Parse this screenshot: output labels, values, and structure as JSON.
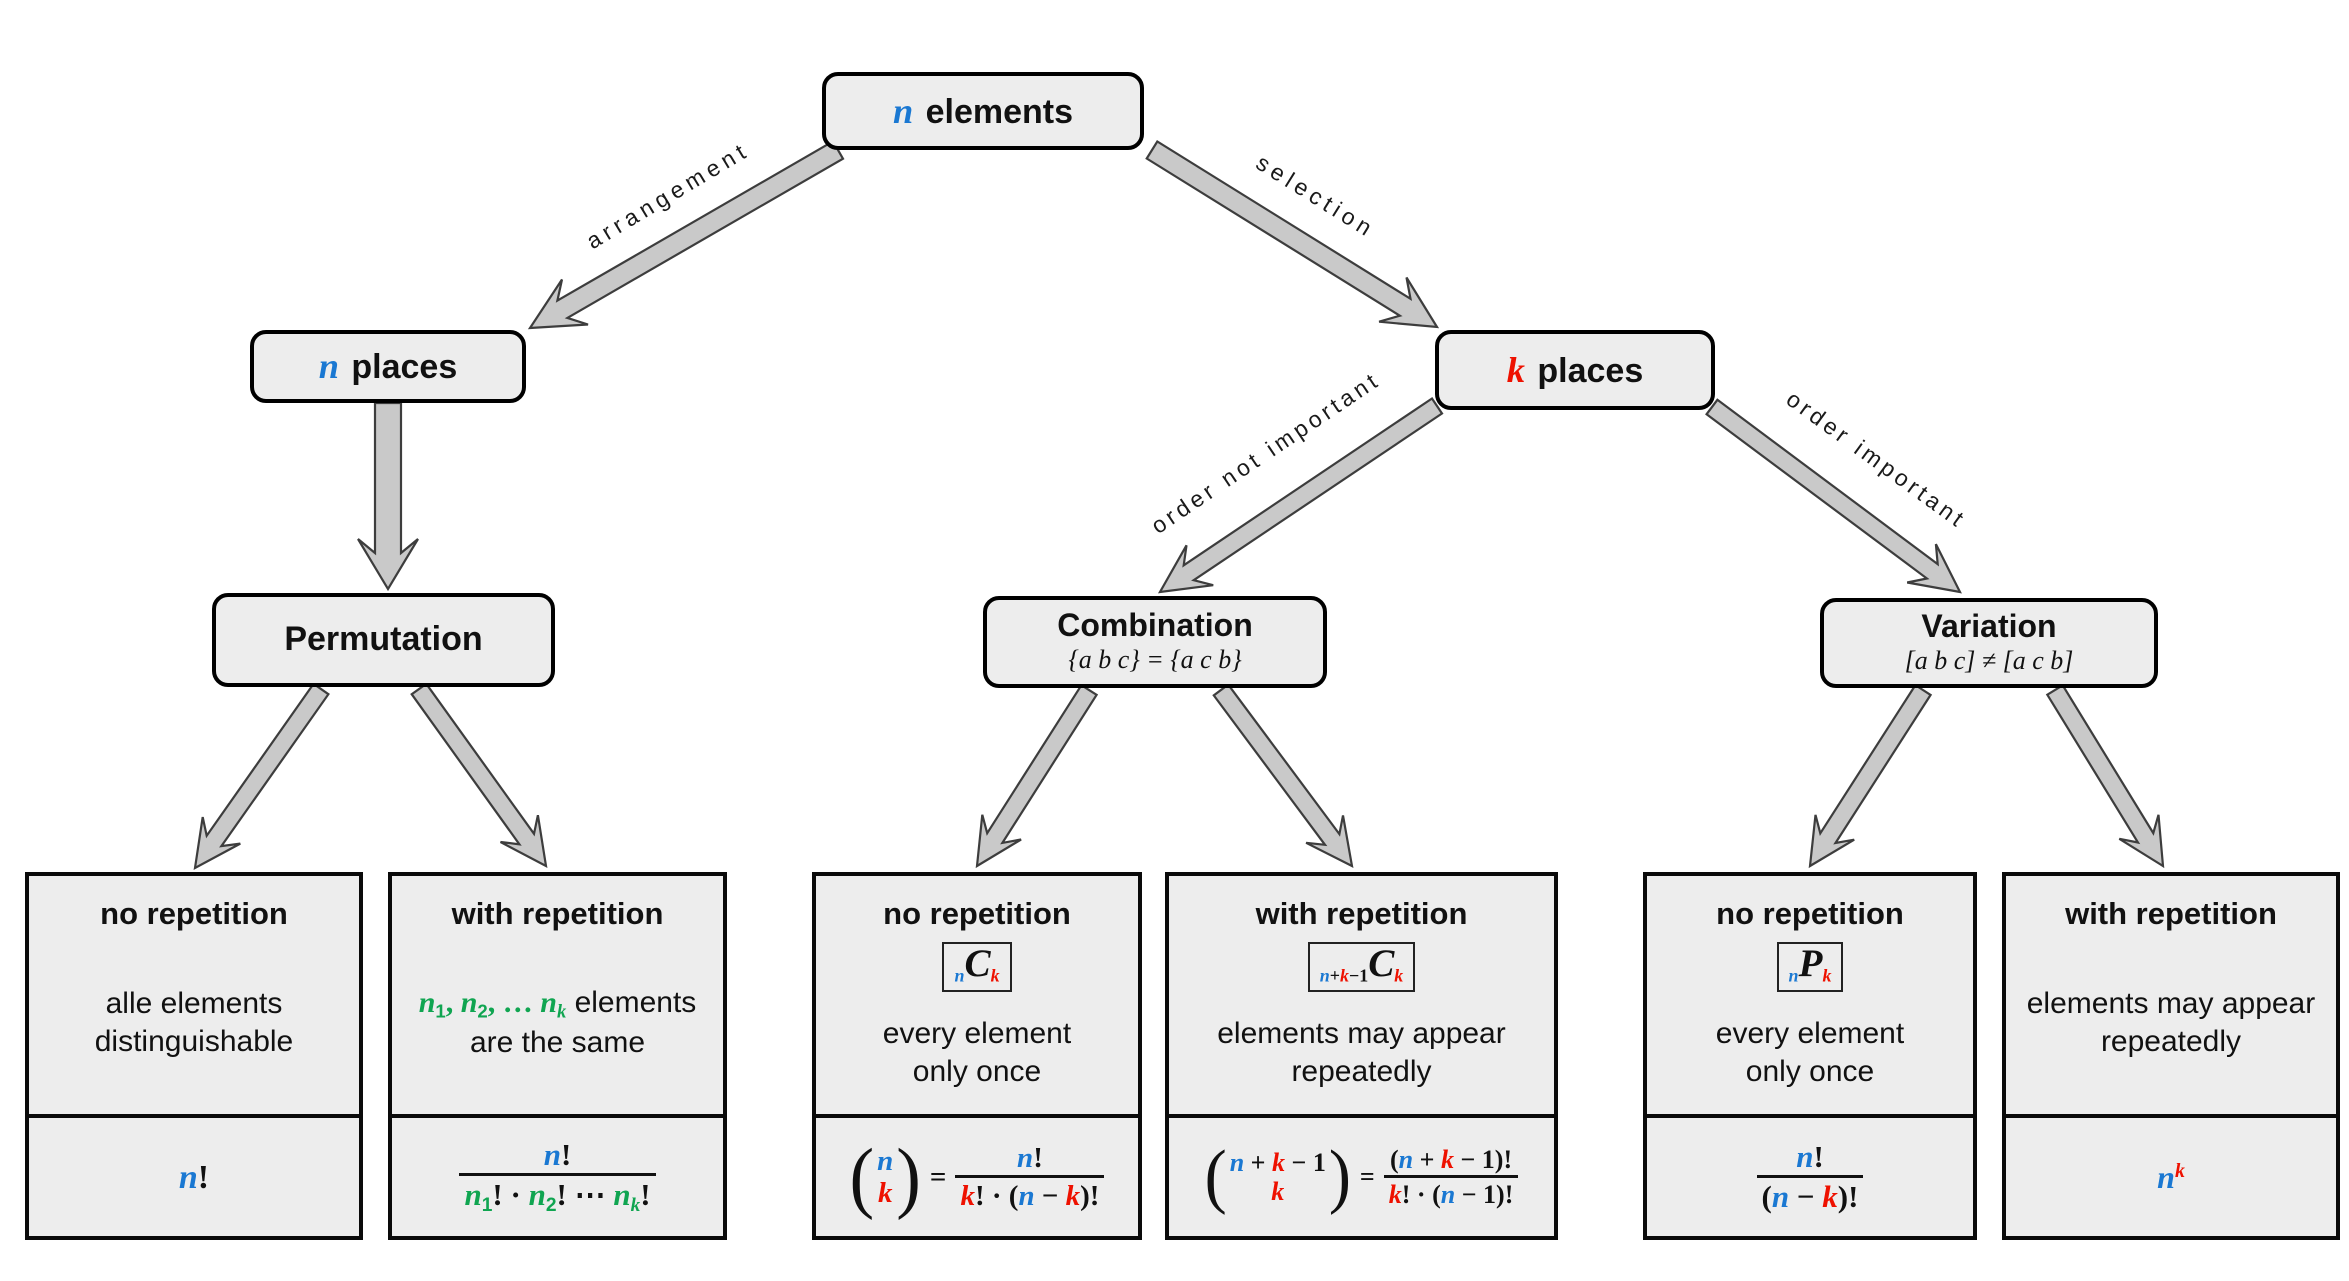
{
  "colors": {
    "blue": "#1a78d2",
    "red": "#ee1100",
    "green": "#10a551",
    "node_fill": "#ededed",
    "arrow_fill": "#c9c9c9",
    "arrow_stroke": "#3d3d3d"
  },
  "edges": {
    "arrangement": "arrangement",
    "selection": "selection",
    "order_not_important": "order not important",
    "order_important": "order important"
  },
  "nodes": {
    "root": {
      "title": [
        [
          "n",
          "mi blue"
        ],
        [
          " elements",
          "b"
        ]
      ]
    },
    "n_places": {
      "title": [
        [
          "n",
          "mi blue"
        ],
        [
          " places",
          "b"
        ]
      ]
    },
    "k_places": {
      "title": [
        [
          "k",
          "mi red"
        ],
        [
          " places",
          "b"
        ]
      ]
    },
    "permutation": {
      "title": [
        [
          "Permutation",
          "b"
        ]
      ]
    },
    "combination": {
      "title": [
        [
          "Combination",
          "b"
        ]
      ],
      "subtitle": [
        [
          "{a b c} = {a c b}",
          "mset"
        ]
      ]
    },
    "variation": {
      "title": [
        [
          "Variation",
          "b"
        ]
      ],
      "subtitle": [
        [
          "[a b c] ≠ [a c b]",
          "mset"
        ]
      ]
    }
  },
  "leaves": [
    {
      "title": "no repetition",
      "desc": [
        [
          [
            "alle elements",
            "plain"
          ]
        ],
        [
          [
            "distinguishable",
            "plain"
          ]
        ]
      ],
      "formula": {
        "kind": "plain",
        "tokens": [
          [
            "n",
            "mi blue"
          ],
          [
            "!",
            "bang"
          ]
        ]
      }
    },
    {
      "title": "with repetition",
      "desc": [
        [
          [
            "n",
            "mi green"
          ],
          [
            "1",
            "msub green"
          ],
          [
            ", ",
            "bang green"
          ],
          [
            "n",
            "mi green"
          ],
          [
            "2",
            "msub green"
          ],
          [
            ", … ",
            "bang green"
          ],
          [
            "n",
            "mi green"
          ],
          [
            "k",
            "msub mi green"
          ],
          [
            " elements",
            "plain"
          ]
        ],
        [
          [
            "are the same",
            "plain"
          ]
        ]
      ],
      "formula": {
        "kind": "frac",
        "num": [
          [
            "n",
            "mi blue"
          ],
          [
            "!",
            "bang"
          ]
        ],
        "den": [
          [
            "n",
            "mi green"
          ],
          [
            "1",
            "msub green"
          ],
          [
            "! · ",
            "bang"
          ],
          [
            "n",
            "mi green"
          ],
          [
            "2",
            "msub green"
          ],
          [
            "! ⋯ ",
            "bang"
          ],
          [
            "n",
            "mi green"
          ],
          [
            "k",
            "msub mi green"
          ],
          [
            "!",
            "bang"
          ]
        ]
      }
    },
    {
      "title": "no repetition",
      "badge": [
        [
          "n",
          "msub mi blue"
        ],
        [
          "C",
          "mi bigC"
        ],
        [
          "k",
          "msub mi red"
        ]
      ],
      "desc": [
        [
          [
            "every element",
            "plain"
          ]
        ],
        [
          [
            "only once",
            "plain"
          ]
        ]
      ],
      "formula": {
        "kind": "binom-frac",
        "top": [
          [
            "n",
            "mi blue"
          ]
        ],
        "bottom": [
          [
            "k",
            "mi red"
          ]
        ],
        "num": [
          [
            "n",
            "mi blue"
          ],
          [
            "!",
            "bang"
          ]
        ],
        "den": [
          [
            "k",
            "mi red"
          ],
          [
            "! · (",
            "bang"
          ],
          [
            "n",
            "mi blue"
          ],
          [
            " − ",
            "bang"
          ],
          [
            "k",
            "mi red"
          ],
          [
            ")!",
            "bang"
          ]
        ]
      }
    },
    {
      "title": "with repetition",
      "badge": [
        [
          "n",
          "msub mi blue"
        ],
        [
          "+",
          "msub bang"
        ],
        [
          "k",
          "msub mi red"
        ],
        [
          "−1",
          "msub bang"
        ],
        [
          "C",
          "mi bigC"
        ],
        [
          "k",
          "msub mi red"
        ]
      ],
      "desc": [
        [
          [
            "elements may appear",
            "plain"
          ]
        ],
        [
          [
            "repeatedly",
            "plain"
          ]
        ]
      ],
      "formula": {
        "kind": "binom-frac",
        "top": [
          [
            "n",
            "mi blue"
          ],
          [
            " + ",
            "bang"
          ],
          [
            "k",
            "mi red"
          ],
          [
            " − 1",
            "bang"
          ]
        ],
        "bottom": [
          [
            "k",
            "mi red"
          ]
        ],
        "num": [
          [
            "(",
            "bang"
          ],
          [
            "n",
            "mi blue"
          ],
          [
            " + ",
            "bang"
          ],
          [
            "k",
            "mi red"
          ],
          [
            " − 1",
            "bang"
          ],
          [
            ")!",
            "bang"
          ]
        ],
        "den": [
          [
            "k",
            "mi red"
          ],
          [
            "! · (",
            "bang"
          ],
          [
            "n",
            "mi blue"
          ],
          [
            " − 1",
            "bang"
          ],
          [
            ")!",
            "bang"
          ]
        ]
      }
    },
    {
      "title": "no repetition",
      "badge": [
        [
          "n",
          "msub mi blue"
        ],
        [
          "P",
          "mi bigC"
        ],
        [
          "k",
          "msub mi red"
        ]
      ],
      "desc": [
        [
          [
            "every element",
            "plain"
          ]
        ],
        [
          [
            "only once",
            "plain"
          ]
        ]
      ],
      "formula": {
        "kind": "frac",
        "num": [
          [
            "n",
            "mi blue"
          ],
          [
            "!",
            "bang"
          ]
        ],
        "den": [
          [
            "(",
            "bang"
          ],
          [
            "n",
            "mi blue"
          ],
          [
            " − ",
            "bang"
          ],
          [
            "k",
            "mi red"
          ],
          [
            ")!",
            "bang"
          ]
        ]
      }
    },
    {
      "title": "with repetition",
      "desc": [
        [
          [
            "elements may appear",
            "plain"
          ]
        ],
        [
          [
            "repeatedly",
            "plain"
          ]
        ]
      ],
      "formula": {
        "kind": "plain",
        "tokens": [
          [
            "n",
            "mi blue"
          ],
          [
            "k",
            "msup mi red"
          ]
        ]
      }
    }
  ]
}
